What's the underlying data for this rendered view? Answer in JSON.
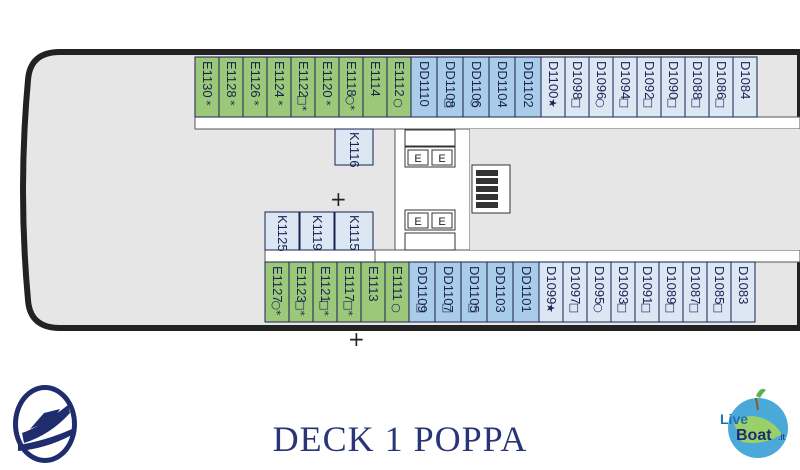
{
  "title": "DECK  1  POPPA",
  "brand": {
    "left_logo": "ship-icon",
    "right_logo_text": "Live Boat .it"
  },
  "colors": {
    "green": "#9cc87a",
    "blue": "#a9cde8",
    "light": "#dbe8f4",
    "hull": "#222222",
    "floor": "#e6e6e6",
    "corridor": "#ffffff",
    "text": "#1a2050"
  },
  "legend_symbols": {
    "asterisk": "*",
    "square": "□",
    "circle": "○",
    "star": "★",
    "plus": "+"
  },
  "cabins_top": [
    {
      "id": "E1130",
      "color": "green",
      "sym": "*"
    },
    {
      "id": "E1128",
      "color": "green",
      "sym": "*"
    },
    {
      "id": "E1126",
      "color": "green",
      "sym": "*"
    },
    {
      "id": "E1124",
      "color": "green",
      "sym": "*"
    },
    {
      "id": "E1122",
      "color": "green",
      "sym": "□*"
    },
    {
      "id": "E1120",
      "color": "green",
      "sym": "*"
    },
    {
      "id": "E1118",
      "color": "green",
      "sym": "○*"
    },
    {
      "id": "E1114",
      "color": "green",
      "sym": ""
    },
    {
      "id": "E1112",
      "color": "green",
      "sym": "○"
    },
    {
      "id": "DD1110",
      "color": "blue",
      "sym": ""
    },
    {
      "id": "DD1108",
      "color": "blue",
      "sym": "□"
    },
    {
      "id": "DD1106",
      "color": "blue",
      "sym": "○"
    },
    {
      "id": "DD1104",
      "color": "blue",
      "sym": ""
    },
    {
      "id": "DD1102",
      "color": "blue",
      "sym": ""
    },
    {
      "id": "D1100",
      "color": "light",
      "sym": "★"
    },
    {
      "id": "D1098",
      "color": "light",
      "sym": "□"
    },
    {
      "id": "D1096",
      "color": "light",
      "sym": "○"
    },
    {
      "id": "D1094",
      "color": "light",
      "sym": "□"
    },
    {
      "id": "D1092",
      "color": "light",
      "sym": "□"
    },
    {
      "id": "D1090",
      "color": "light",
      "sym": "□"
    },
    {
      "id": "D1088",
      "color": "light",
      "sym": "□"
    },
    {
      "id": "D1086",
      "color": "light",
      "sym": "□"
    },
    {
      "id": "D1084",
      "color": "light",
      "sym": ""
    }
  ],
  "cabins_bottom": [
    {
      "id": "E1127",
      "color": "green",
      "sym": "○*"
    },
    {
      "id": "E1123",
      "color": "green",
      "sym": "□*"
    },
    {
      "id": "E1121",
      "color": "green",
      "sym": "□*"
    },
    {
      "id": "E1117",
      "color": "green",
      "sym": "□*"
    },
    {
      "id": "E1113",
      "color": "green",
      "sym": ""
    },
    {
      "id": "E1111",
      "color": "green",
      "sym": "○"
    },
    {
      "id": "DD1109",
      "color": "blue",
      "sym": "□"
    },
    {
      "id": "DD1107",
      "color": "blue",
      "sym": "□"
    },
    {
      "id": "DD1105",
      "color": "blue",
      "sym": "□"
    },
    {
      "id": "DD1103",
      "color": "blue",
      "sym": ""
    },
    {
      "id": "DD1101",
      "color": "blue",
      "sym": ""
    },
    {
      "id": "D1099",
      "color": "light",
      "sym": "★"
    },
    {
      "id": "D1097",
      "color": "light",
      "sym": "□"
    },
    {
      "id": "D1095",
      "color": "light",
      "sym": "○"
    },
    {
      "id": "D1093",
      "color": "light",
      "sym": "□"
    },
    {
      "id": "D1091",
      "color": "light",
      "sym": "□"
    },
    {
      "id": "D1089",
      "color": "light",
      "sym": "□"
    },
    {
      "id": "D1087",
      "color": "light",
      "sym": "□"
    },
    {
      "id": "D1085",
      "color": "light",
      "sym": "□"
    },
    {
      "id": "D1083",
      "color": "light",
      "sym": ""
    }
  ],
  "inner_cabins": [
    {
      "id": "K1116"
    },
    {
      "id": "K1125"
    },
    {
      "id": "K1119"
    },
    {
      "id": "K1115"
    }
  ],
  "elevator_label": "E"
}
